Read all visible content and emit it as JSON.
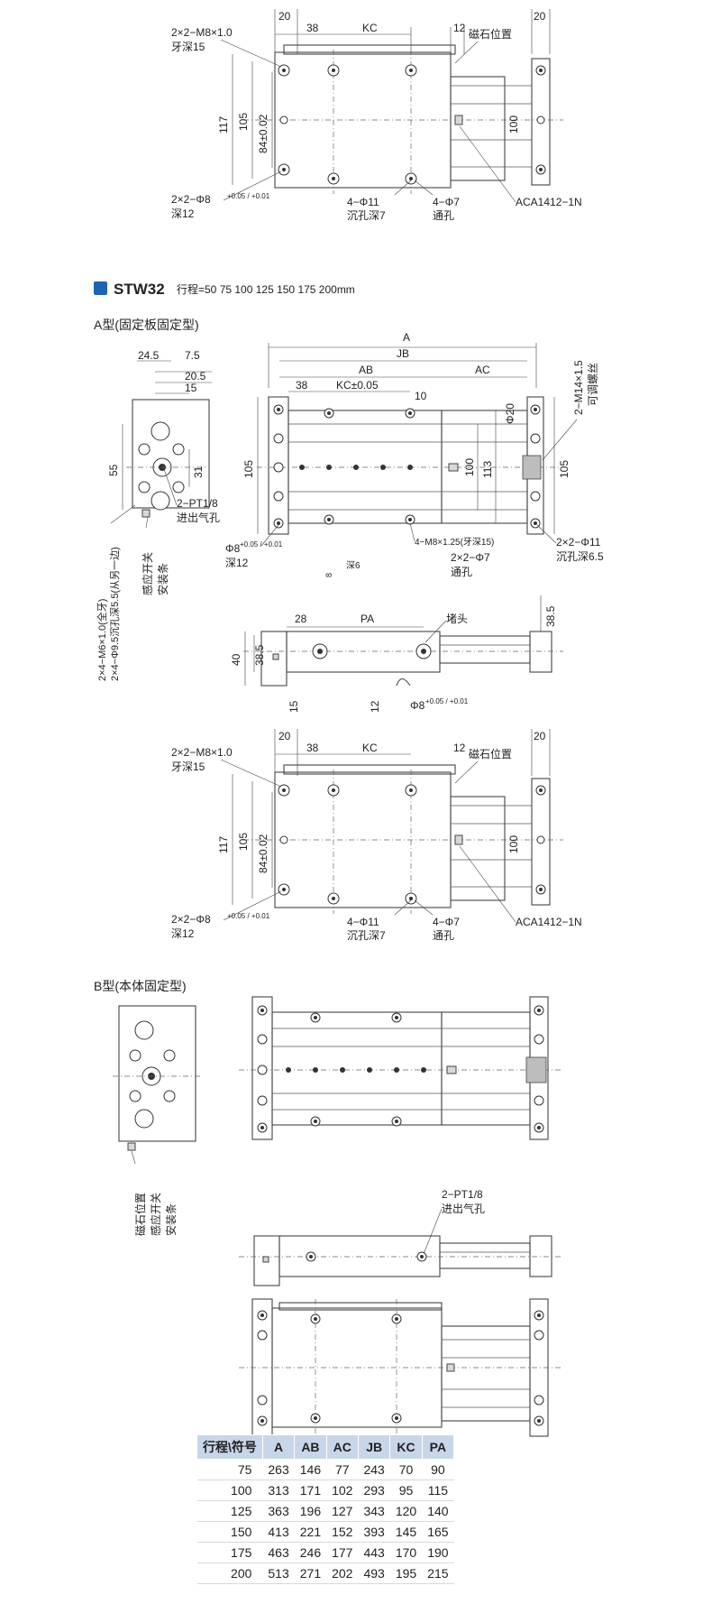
{
  "section": {
    "model": "STW32",
    "stroke_text": "行程=50  75  100  125  150  175  200mm",
    "marker_color": "#1f63b3"
  },
  "type_a_title": "A型(固定板固定型)",
  "type_b_title": "B型(本体固定型)",
  "labels": {
    "m8_tap": "2×2−M8×1.0",
    "tap_depth15": "牙深15",
    "magnet_pos": "磁石位置",
    "pin8": "2×2−Φ8",
    "pin_tol": "+0.05 / +0.01",
    "depth12": "深12",
    "cb11": "4−Φ11",
    "cb_depth7": "沉孔深7",
    "thru7": "4−Φ7",
    "thru_hole": "通孔",
    "shock": "ACA1412−1N",
    "m14": "2−M14×1.5",
    "adj_screw": "可调螺丝",
    "pt18": "2−PT1/8",
    "air_inlet": "进出气孔",
    "m6": "2×4−M6×1.0(全牙)",
    "cb95": "2×4−Φ9.5沉孔深5.5(从另一边)",
    "sensor": "感应开关",
    "install_slot": "安装条",
    "magnet_pos_b": "磁石位置",
    "m8_125": "4−M8×1.25(牙深15)",
    "phi7_2x2": "2×2−Φ7",
    "phi11_2x2": "2×2−Φ11",
    "cb_depth65": "沉孔深6.5",
    "phi8_single": "Φ8",
    "depth6": "深6",
    "phi20": "Φ20",
    "plug": "堵头"
  },
  "dims": {
    "d20": "20",
    "d38": "38",
    "kc": "KC",
    "d12": "12",
    "d117": "117",
    "d105": "105",
    "d84": "84±0.02",
    "d100": "100",
    "d24_5": "24.5",
    "d7_5": "7.5",
    "d20_5": "20.5",
    "d15": "15",
    "d55": "55",
    "d31": "31",
    "a": "A",
    "jb": "JB",
    "ab": "AB",
    "ac": "AC",
    "kc005": "KC±0.05",
    "d10": "10",
    "d113": "113",
    "d8": "8",
    "d28": "28",
    "pa": "PA",
    "d40": "40",
    "d38_5": "38.5"
  },
  "table": {
    "headers": [
      "行程\\符号",
      "A",
      "AB",
      "AC",
      "JB",
      "KC",
      "PA"
    ],
    "rows": [
      [
        "75",
        "263",
        "146",
        "77",
        "243",
        "70",
        "90"
      ],
      [
        "100",
        "313",
        "171",
        "102",
        "293",
        "95",
        "115"
      ],
      [
        "125",
        "363",
        "196",
        "127",
        "343",
        "120",
        "140"
      ],
      [
        "150",
        "413",
        "221",
        "152",
        "393",
        "145",
        "165"
      ],
      [
        "175",
        "463",
        "246",
        "177",
        "443",
        "170",
        "190"
      ],
      [
        "200",
        "513",
        "271",
        "202",
        "493",
        "195",
        "215"
      ]
    ]
  }
}
